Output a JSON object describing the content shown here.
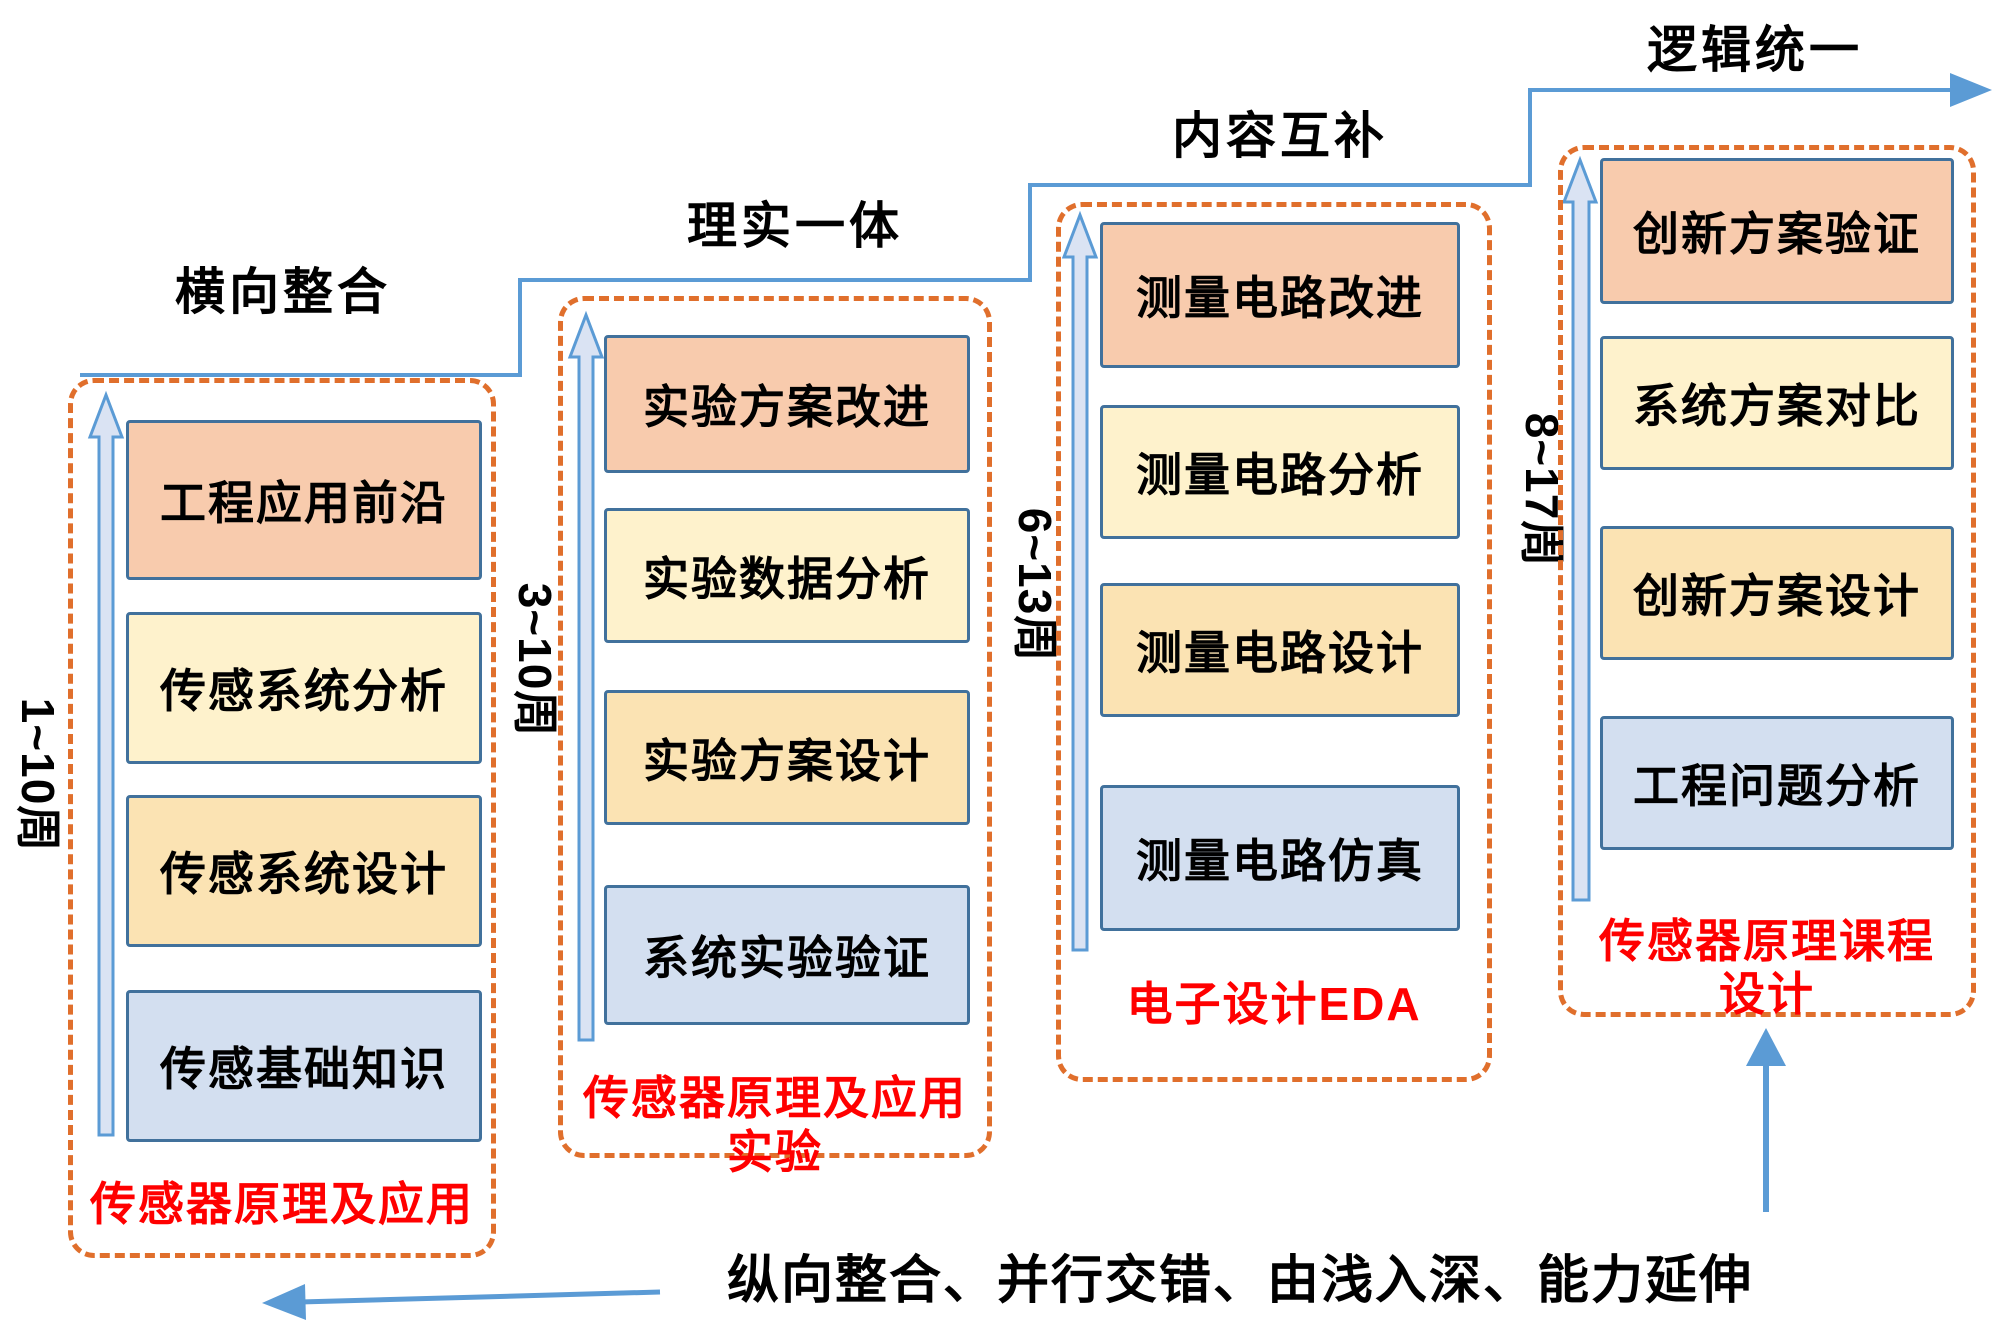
{
  "columns": [
    {
      "step_label": "横向整合",
      "week_label": "1~10周",
      "boxes": [
        "工程应用前沿",
        "传感系统分析",
        "传感系统设计",
        "传感基础知识"
      ],
      "course_lines": [
        "传感器原理及应用"
      ]
    },
    {
      "step_label": "理实一体",
      "week_label": "3~10周",
      "boxes": [
        "实验方案改进",
        "实验数据分析",
        "实验方案设计",
        "系统实验验证"
      ],
      "course_lines": [
        "传感器原理及应用",
        "实验"
      ]
    },
    {
      "step_label": "内容互补",
      "week_label": "6~13周",
      "boxes": [
        "测量电路改进",
        "测量电路分析",
        "测量电路设计",
        "测量电路仿真"
      ],
      "course_lines": [
        "电子设计EDA"
      ]
    },
    {
      "step_label": "逻辑统一",
      "week_label": "8~17周",
      "boxes": [
        "创新方案验证",
        "系统方案对比",
        "创新方案设计",
        "工程问题分析"
      ],
      "course_lines": [
        "传感器原理课程",
        "设计"
      ]
    }
  ],
  "bottom_caption": "纵向整合、并行交错、由浅入深、能力延伸",
  "colors": {
    "box_pink": "#f8cbad",
    "box_yellow": "#fef2cc",
    "box_orange": "#fbe3b3",
    "box_blue": "#d3dff0",
    "box_border": "#41719c",
    "container_border": "#e06f2c",
    "course_text": "#ff0000",
    "arrow_stroke": "#5b9bd5",
    "arrow_fill": "#dae3f3",
    "text": "#000000"
  }
}
